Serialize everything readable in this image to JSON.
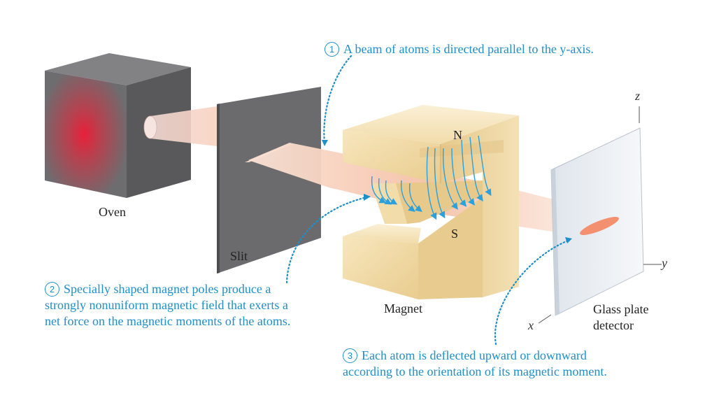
{
  "colors": {
    "callout": "#1f8fc8",
    "oven": "#6d6d70",
    "oven_glow": "#e8203a",
    "slit": "#6b6b6e",
    "beam": "#f4b79a",
    "magnet": "#edd39a",
    "field_lines": "#2aa0dc",
    "detector": "#eef2f6"
  },
  "labels": {
    "oven": "Oven",
    "slit": "Slit",
    "magnet": "Magnet",
    "detector_line1": "Glass plate",
    "detector_line2": "detector",
    "pole_n": "N",
    "pole_s": "S"
  },
  "axes": {
    "z": "z",
    "y": "y",
    "x": "x"
  },
  "callouts": [
    {
      "number": "1",
      "lines": [
        "A beam of atoms is directed parallel to the y-axis."
      ]
    },
    {
      "number": "2",
      "lines": [
        "Specially shaped magnet poles produce a",
        "strongly nonuniform magnetic field that exerts a",
        "net force on the magnetic moments of the atoms."
      ]
    },
    {
      "number": "3",
      "lines": [
        "Each atom is deflected upward or downward",
        "according to the orientation of its magnetic moment."
      ]
    }
  ]
}
